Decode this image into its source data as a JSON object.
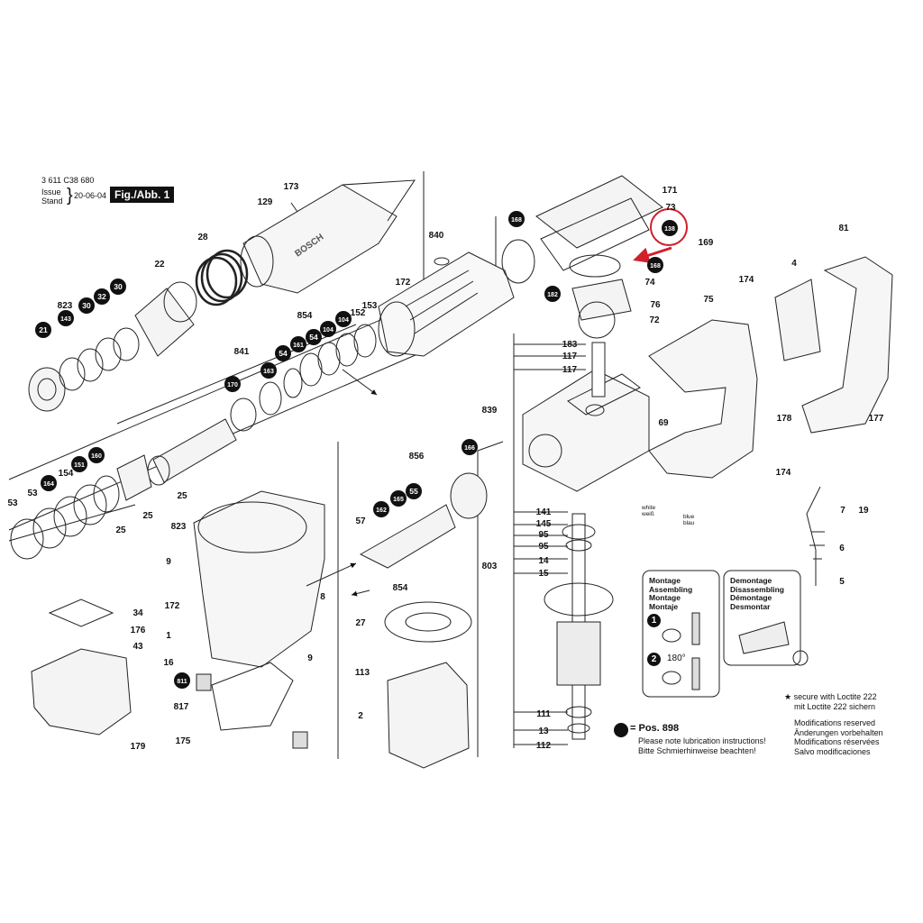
{
  "header": {
    "doc_number": "3 611 C38 680",
    "issue_label_1": "Issue",
    "issue_label_2": "Stand",
    "issue_date": "20-06-04",
    "figure_label": "Fig./Abb. 1"
  },
  "plain_callouts": [
    {
      "id": "p173",
      "text": "173"
    },
    {
      "id": "p129",
      "text": "129"
    },
    {
      "id": "p28",
      "text": "28"
    },
    {
      "id": "p22",
      "text": "22"
    },
    {
      "id": "p823a",
      "text": "823"
    },
    {
      "id": "p840",
      "text": "840"
    },
    {
      "id": "p171",
      "text": "171"
    },
    {
      "id": "p73",
      "text": "73"
    },
    {
      "id": "p169",
      "text": "169"
    },
    {
      "id": "p81",
      "text": "81"
    },
    {
      "id": "p172a",
      "text": "172"
    },
    {
      "id": "p74",
      "text": "74"
    },
    {
      "id": "p76",
      "text": "76"
    },
    {
      "id": "p72",
      "text": "72"
    },
    {
      "id": "p174a",
      "text": "174"
    },
    {
      "id": "p4",
      "text": "4"
    },
    {
      "id": "p75",
      "text": "75"
    },
    {
      "id": "p153",
      "text": "153"
    },
    {
      "id": "p854a",
      "text": "854"
    },
    {
      "id": "p152",
      "text": "152"
    },
    {
      "id": "p841",
      "text": "841"
    },
    {
      "id": "p183",
      "text": "183"
    },
    {
      "id": "p117a",
      "text": "117"
    },
    {
      "id": "p117b",
      "text": "117"
    },
    {
      "id": "p839",
      "text": "839"
    },
    {
      "id": "p69",
      "text": "69"
    },
    {
      "id": "p178",
      "text": "178"
    },
    {
      "id": "p177",
      "text": "177"
    },
    {
      "id": "p174b",
      "text": "174"
    },
    {
      "id": "p856",
      "text": "856"
    },
    {
      "id": "p53a",
      "text": "53"
    },
    {
      "id": "p53b",
      "text": "53"
    },
    {
      "id": "p154",
      "text": "154"
    },
    {
      "id": "p25a",
      "text": "25"
    },
    {
      "id": "p25b",
      "text": "25"
    },
    {
      "id": "p25c",
      "text": "25"
    },
    {
      "id": "p823b",
      "text": "823"
    },
    {
      "id": "p57",
      "text": "57"
    },
    {
      "id": "p141",
      "text": "141"
    },
    {
      "id": "p145",
      "text": "145"
    },
    {
      "id": "p95a",
      "text": "95"
    },
    {
      "id": "p95b",
      "text": "95"
    },
    {
      "id": "p803",
      "text": "803"
    },
    {
      "id": "p14",
      "text": "14"
    },
    {
      "id": "p15",
      "text": "15"
    },
    {
      "id": "p7",
      "text": "7"
    },
    {
      "id": "p19",
      "text": "19"
    },
    {
      "id": "p6",
      "text": "6"
    },
    {
      "id": "p5",
      "text": "5"
    },
    {
      "id": "p9a",
      "text": "9"
    },
    {
      "id": "p172b",
      "text": "172"
    },
    {
      "id": "p1",
      "text": "1"
    },
    {
      "id": "p8",
      "text": "8"
    },
    {
      "id": "p854b",
      "text": "854"
    },
    {
      "id": "p9b",
      "text": "9"
    },
    {
      "id": "p34",
      "text": "34"
    },
    {
      "id": "p176",
      "text": "176"
    },
    {
      "id": "p43",
      "text": "43"
    },
    {
      "id": "p16",
      "text": "16"
    },
    {
      "id": "p817",
      "text": "817"
    },
    {
      "id": "p27",
      "text": "27"
    },
    {
      "id": "p113",
      "text": "113"
    },
    {
      "id": "p2",
      "text": "2"
    },
    {
      "id": "p111",
      "text": "111"
    },
    {
      "id": "p13",
      "text": "13"
    },
    {
      "id": "p112",
      "text": "112"
    },
    {
      "id": "p179",
      "text": "179"
    },
    {
      "id": "p175",
      "text": "175"
    }
  ],
  "circled_callouts": [
    {
      "id": "c168a",
      "text": "168"
    },
    {
      "id": "c138",
      "text": "138"
    },
    {
      "id": "c168b",
      "text": "168"
    },
    {
      "id": "c182",
      "text": "182"
    },
    {
      "id": "c143",
      "text": "143"
    },
    {
      "id": "c30a",
      "text": "30"
    },
    {
      "id": "c32",
      "text": "32"
    },
    {
      "id": "c30b",
      "text": "30"
    },
    {
      "id": "c21",
      "text": "21"
    },
    {
      "id": "c104a",
      "text": "104"
    },
    {
      "id": "c54a",
      "text": "54"
    },
    {
      "id": "c104b",
      "text": "104"
    },
    {
      "id": "c161",
      "text": "161"
    },
    {
      "id": "c54b",
      "text": "54"
    },
    {
      "id": "c163",
      "text": "163"
    },
    {
      "id": "c170",
      "text": "170"
    },
    {
      "id": "c166",
      "text": "166"
    },
    {
      "id": "c160",
      "text": "160"
    },
    {
      "id": "c151",
      "text": "151"
    },
    {
      "id": "c164",
      "text": "164"
    },
    {
      "id": "c165",
      "text": "165"
    },
    {
      "id": "c55",
      "text": "55"
    },
    {
      "id": "c162",
      "text": "162"
    },
    {
      "id": "c811",
      "text": "811"
    }
  ],
  "small_labels": {
    "white_1": "white",
    "white_2": "weiß",
    "blue_1": "blue",
    "blue_2": "blau"
  },
  "montage_box": {
    "lines": [
      "Montage",
      "Assembling",
      "Montage",
      "Montaje"
    ],
    "step1": "1",
    "step2": "2",
    "angle": "180°"
  },
  "demontage_box": {
    "lines": [
      "Demontage",
      "Disassembling",
      "Démontage",
      "Desmontar"
    ]
  },
  "legend": {
    "pos_label": "= Pos.  898",
    "pos_line2": "Please note lubrication instructions!",
    "pos_line3": "Bitte Schmierhinweise beachten!",
    "loctite_line1": "★ secure with Loctite 222",
    "loctite_line2": "mit Loctite 222 sichern",
    "mods": [
      "Modifications reserved",
      "Änderungen vorbehalten",
      "Modifications réservées",
      "Salvo modificaciones"
    ]
  },
  "highlight": {
    "color": "#d0202a",
    "target": "138"
  },
  "brand_text": "BOSCH"
}
